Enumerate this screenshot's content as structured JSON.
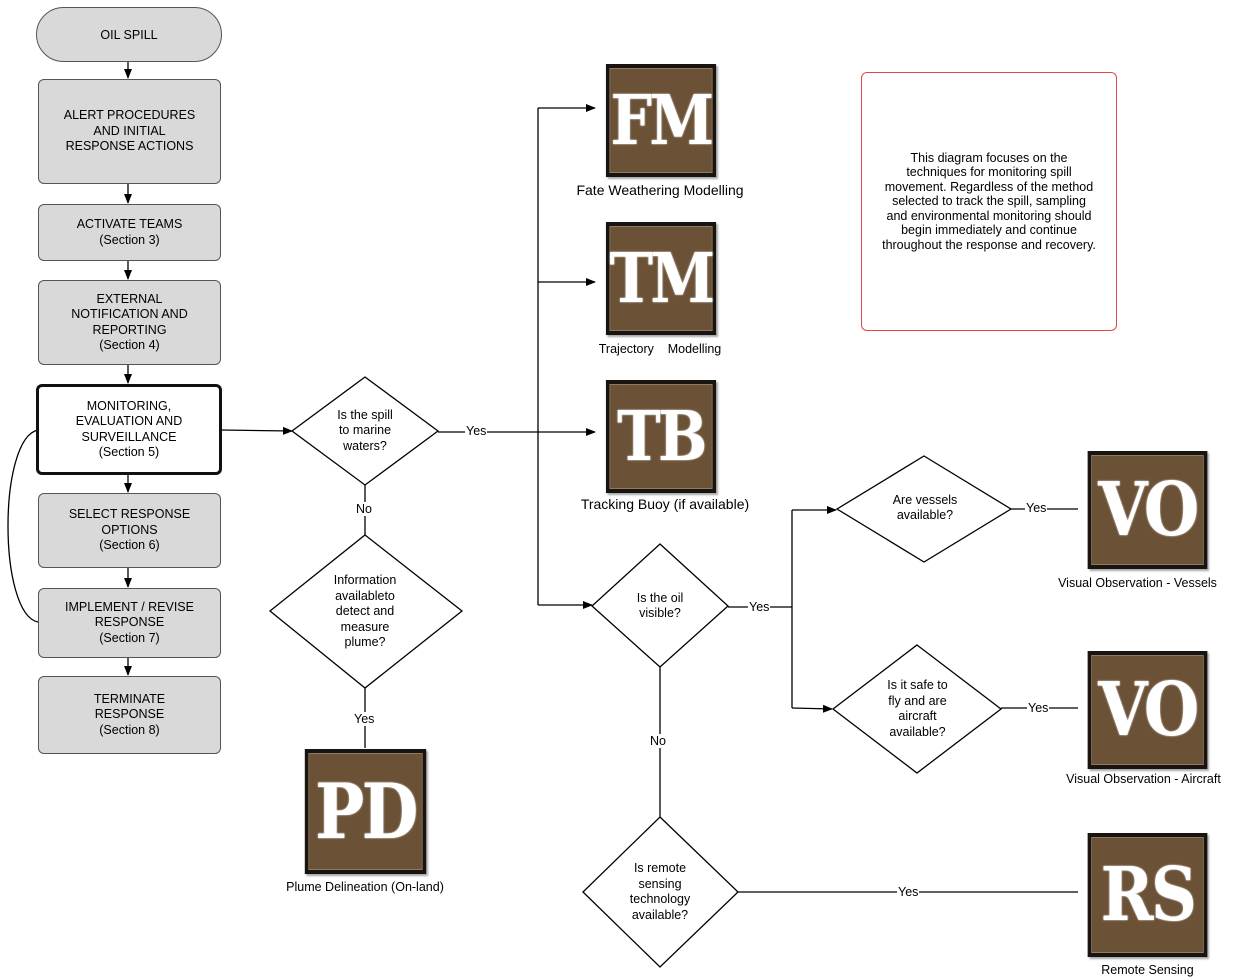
{
  "left_column": {
    "start": "OIL SPILL",
    "alert": "ALERT PROCEDURES\nAND  INITIAL\nRESPONSE ACTIONS",
    "activate": "ACTIVATE TEAMS\n(Section 3)",
    "external": "EXTERNAL\nNOTIFICATION AND\nREPORTING\n(Section 4)",
    "monitoring": "MONITORING,\nEVALUATION AND\nSURVEILLANCE\n(Section 5)",
    "select": "SELECT RESPONSE\nOPTIONS\n(Section 6)",
    "implement": "IMPLEMENT / REVISE\nRESPONSE\n(Section 7)",
    "terminate": "TERMINATE\nRESPONSE\n(Section 8)"
  },
  "decisions": {
    "marine": "Is the spill\nto marine\nwaters?",
    "info": "Information\navailableto\ndetect and\nmeasure\nplume?",
    "visible": "Is the oil\nvisible?",
    "vessels": "Are vessels\navailable?",
    "fly": "Is it safe to\nfly and are\naircraft\navailable?",
    "remote": "Is remote\nsensing\ntechnology\navailable?"
  },
  "edge_labels": {
    "marine_yes": "Yes",
    "marine_no": "No",
    "info_yes": "Yes",
    "visible_yes": "Yes",
    "visible_no": "No",
    "vessels_yes": "Yes",
    "fly_yes": "Yes",
    "remote_yes": "Yes"
  },
  "badges": {
    "fm": {
      "code": "FM",
      "caption": "Fate Weathering Modelling"
    },
    "tm": {
      "code": "TM",
      "caption": "Trajectory    Modelling"
    },
    "tb": {
      "code": "TB",
      "caption": "Tracking Buoy (if available)"
    },
    "pd": {
      "code": "PD",
      "caption": "Plume Delineation (On-land)"
    },
    "vo_vessels": {
      "code": "VO",
      "caption": "Visual Observation - Vessels"
    },
    "vo_aircraft": {
      "code": "VO",
      "caption": "Visual Observation - Aircraft"
    },
    "rs": {
      "code": "RS",
      "caption": "Remote Sensing"
    }
  },
  "note": "This diagram focuses on the techniques for monitoring spill movement.  Regardless of the method selected to track the spill, sampling and environmental monitoring should begin immediately and continue throughout the response and recovery.",
  "colors": {
    "box_fill": "#d9d9d9",
    "badge_fill": "#6b5136",
    "note_border": "#e04646"
  }
}
